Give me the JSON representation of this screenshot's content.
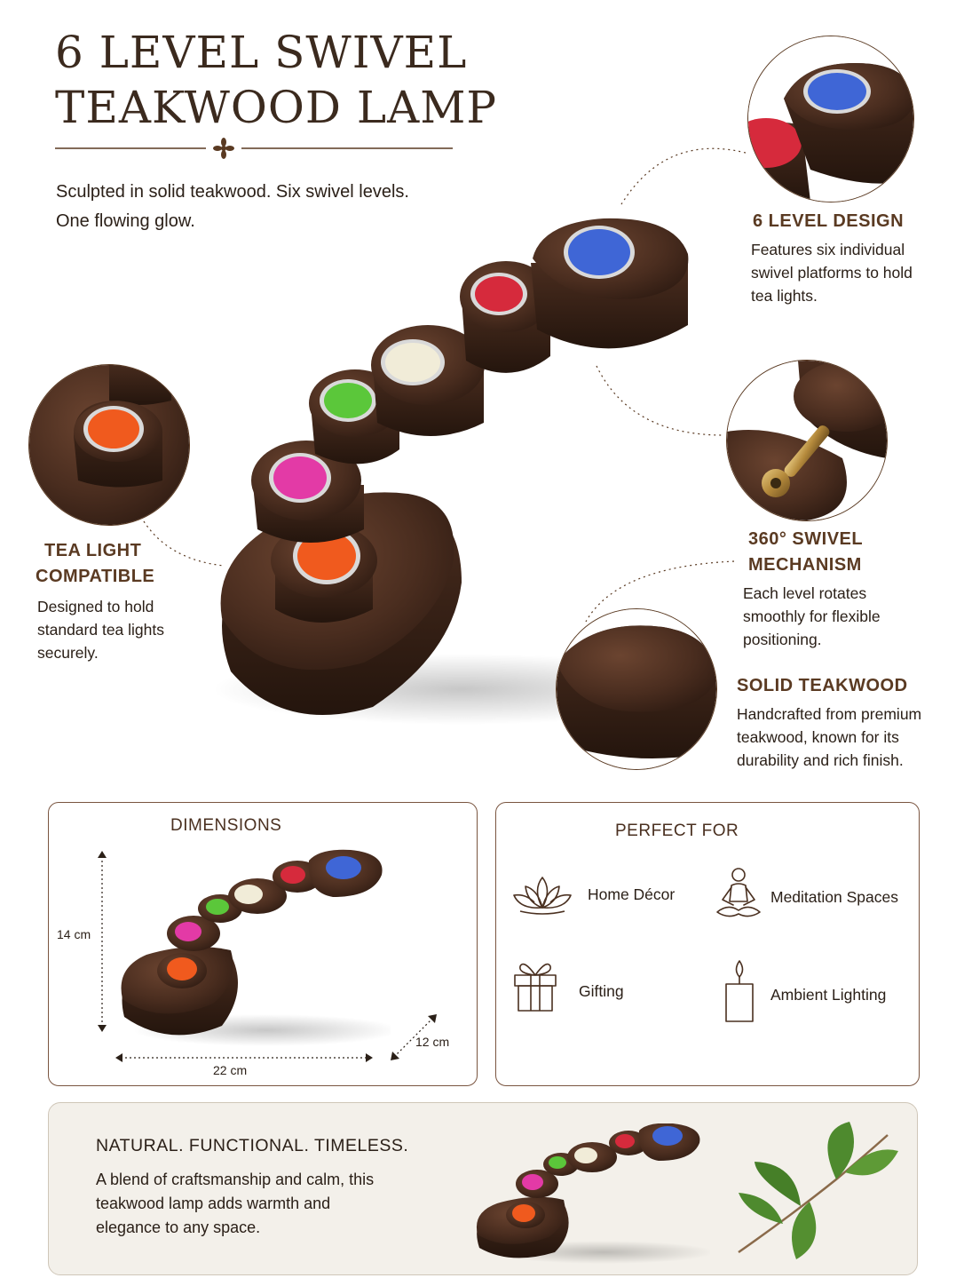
{
  "header": {
    "title_line1": "6 LEVEL SWIVEL",
    "title_line2": "TEAKWOOD LAMP",
    "tagline": "Sculpted in solid teakwood. Six swivel levels. One flowing glow."
  },
  "features": {
    "level_design": {
      "heading": "6 LEVEL DESIGN",
      "text": "Features six individual swivel platforms to hold tea lights."
    },
    "tea_light": {
      "heading_line1": "TEA LIGHT",
      "heading_line2": "COMPATIBLE",
      "text": "Designed to hold standard tea lights securely."
    },
    "swivel": {
      "heading_line1": "360° SWIVEL",
      "heading_line2": "MECHANISM",
      "text": "Each level rotates smoothly for flexible positioning."
    },
    "teakwood": {
      "heading": "SOLID TEAKWOOD",
      "text": "Handcrafted from premium teakwood, known for its durability and rich finish."
    }
  },
  "dimensions": {
    "heading": "DIMENSIONS",
    "height": "14 cm",
    "width": "22 cm",
    "depth": "12 cm"
  },
  "perfect_for": {
    "heading": "PERFECT FOR",
    "items": [
      {
        "label": "Home Décor",
        "icon": "lotus-icon"
      },
      {
        "label": "Meditation Spaces",
        "icon": "meditation-icon"
      },
      {
        "label": "Gifting",
        "icon": "gift-icon"
      },
      {
        "label": "Ambient Lighting",
        "icon": "candle-icon"
      }
    ]
  },
  "banner": {
    "heading": "NATURAL. FUNCTIONAL. TIMELESS.",
    "text": "A blend of craftsmanship and calm, this teakwood lamp adds warmth and elegance to any space."
  },
  "colors": {
    "wood_dark": "#3a2418",
    "wood_mid": "#5c3a28",
    "accent_brown": "#5a3a22",
    "banner_bg": "#f3f0ea",
    "candle_blue": "#3f66d6",
    "candle_red": "#d62a3c",
    "candle_cream": "#f1ecd8",
    "candle_green": "#5bc73a",
    "candle_pink": "#e33aa6",
    "candle_orange": "#f05a1e",
    "leaf_green": "#4e8a2e"
  }
}
